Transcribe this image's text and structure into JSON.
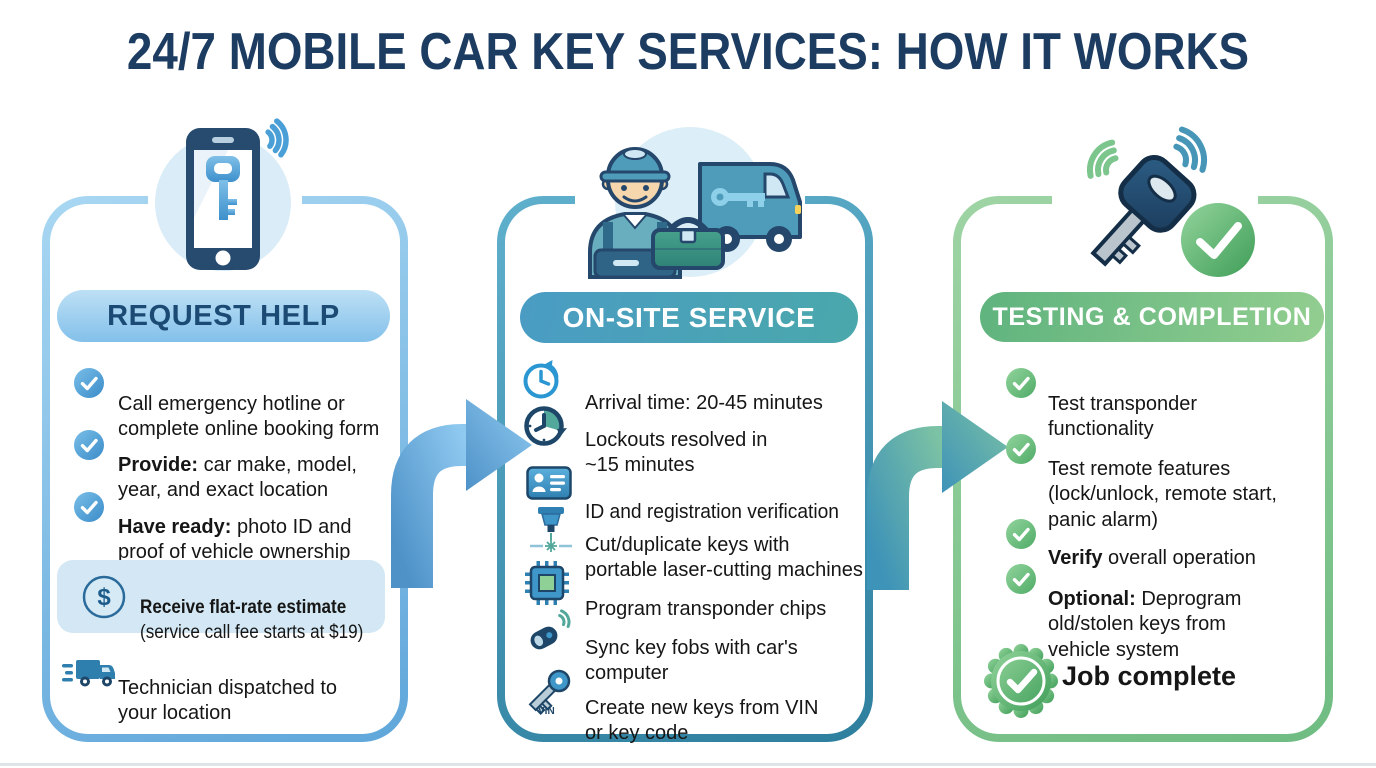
{
  "title": "24/7 MOBILE CAR KEY SERVICES: HOW IT WORKS",
  "colors": {
    "navy": "#1d3c61",
    "blue_accent": "#3e90cc",
    "teal_accent": "#3f98b0",
    "green_accent": "#5fb874",
    "highlight_bg": "#d3e8f4"
  },
  "icons": {
    "vin_label": "VIN",
    "dollar_symbol": "$"
  },
  "columns": [
    {
      "id": "request-help",
      "header": "REQUEST HELP",
      "items": [
        {
          "icon": "check",
          "bold": "",
          "text": "Call emergency hotline or\ncomplete online booking form"
        },
        {
          "icon": "check",
          "bold": "Provide:",
          "text": " car make, model,\nyear, and exact location"
        },
        {
          "icon": "check",
          "bold": "Have ready:",
          "text": " photo ID and\nproof of vehicle ownership"
        },
        {
          "icon": "dollar",
          "bold": "Receive flat-rate estimate",
          "text": "\n(service call fee starts at $19)",
          "highlight": true
        },
        {
          "icon": "truck",
          "bold": "",
          "text": "Technician dispatched to\nyour location"
        }
      ]
    },
    {
      "id": "on-site-service",
      "header": "ON-SITE SERVICE",
      "items": [
        {
          "icon": "clock-arrival",
          "bold": "",
          "text": "Arrival time: 20-45 minutes"
        },
        {
          "icon": "clock-lockout",
          "bold": "",
          "text": "Lockouts resolved in\n~15 minutes"
        },
        {
          "icon": "id-card",
          "bold": "",
          "text": "ID and registration verification"
        },
        {
          "icon": "laser-cutter",
          "bold": "",
          "text": "Cut/duplicate keys with\nportable laser-cutting machines"
        },
        {
          "icon": "chip",
          "bold": "",
          "text": "Program transponder chips"
        },
        {
          "icon": "key-fob",
          "bold": "",
          "text": "Sync key fobs with car's\ncomputer"
        },
        {
          "icon": "vin-key",
          "bold": "",
          "text": "Create new keys from VIN\nor key code"
        }
      ]
    },
    {
      "id": "testing-completion",
      "header": "TESTING & COMPLETION",
      "items": [
        {
          "icon": "check",
          "bold": "",
          "text": "Test transponder\nfunctionality"
        },
        {
          "icon": "check",
          "bold": "",
          "text": "Test remote features\n(lock/unlock, remote start,\npanic alarm)"
        },
        {
          "icon": "check",
          "bold": "Verify",
          "text": " overall operation"
        },
        {
          "icon": "check",
          "bold": "Optional:",
          "text": " Deprogram\nold/stolen keys from\nvehicle system"
        },
        {
          "icon": "badge",
          "bold": "Job complete",
          "text": ""
        }
      ]
    }
  ]
}
